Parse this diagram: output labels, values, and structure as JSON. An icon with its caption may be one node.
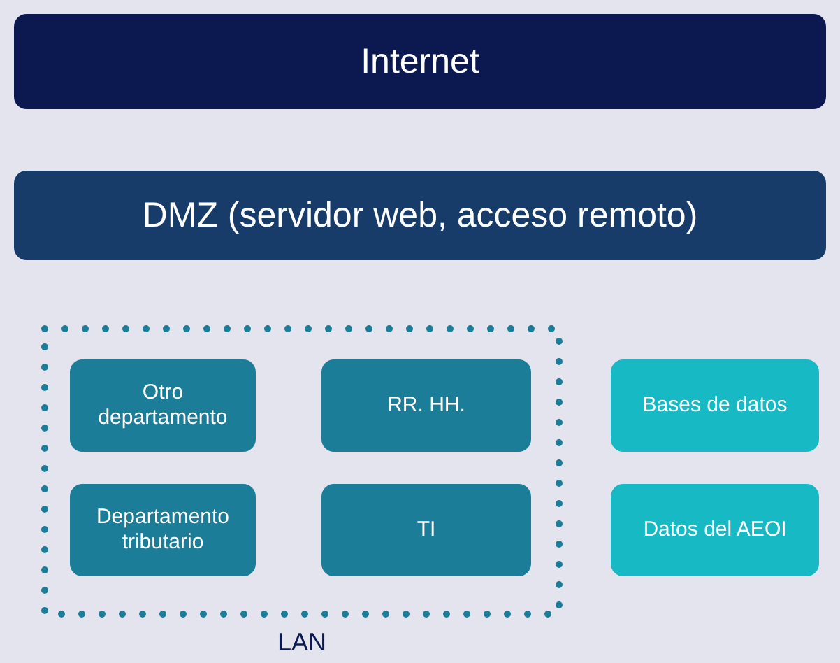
{
  "diagram": {
    "nodes": [
      {
        "text": [
          "Internet"
        ]
      },
      {
        "text": [
          "DMZ (servidor web, acceso remoto)"
        ]
      },
      {
        "text": [
          "LAN"
        ]
      },
      {
        "text": [
          "Otro departamento"
        ],
        "in": 2
      },
      {
        "text": [
          "RR. HH."
        ],
        "in": 2
      },
      {
        "text": [
          "Departamento tributario"
        ],
        "in": 2
      },
      {
        "text": [
          "TI"
        ],
        "in": 2
      },
      {
        "text": [
          "Bases de datos"
        ]
      },
      {
        "text": [
          "Datos del AEOI"
        ]
      }
    ],
    "edges": []
  }
}
